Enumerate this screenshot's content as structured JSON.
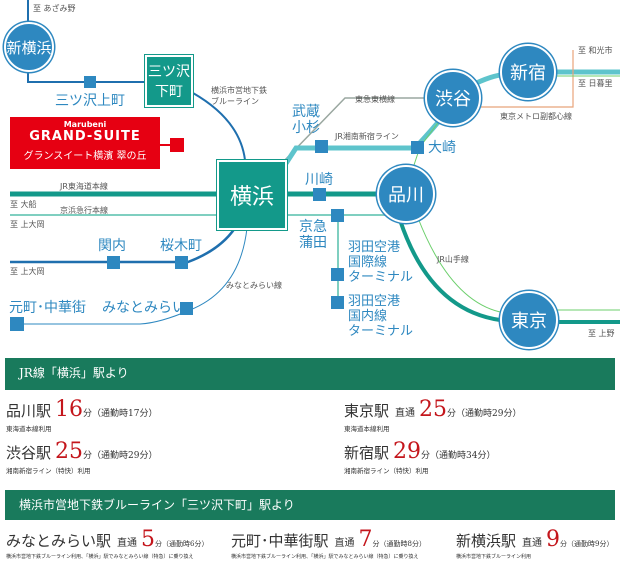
{
  "colors": {
    "jr_tokaido": "#13998a",
    "keikyu": "#7fcfc0",
    "blue_line": "#1f6fae",
    "shonan": "#5ec4cc",
    "tokyu": "#9aa7a0",
    "fukutoshin": "#e8a47a",
    "yamanote": "#6ccf6c",
    "brand_red": "#e60012",
    "header_green": "#197a5c",
    "minutes_red": "#c4161c"
  },
  "map": {
    "stations": {
      "shin_yokohama": "新横浜",
      "mitsuzawa_shimocho_1": "三ツ沢",
      "mitsuzawa_shimocho_2": "下町",
      "mitsuzawa_kamicho": "三ツ沢上町",
      "yokohama": "横浜",
      "kannai": "関内",
      "sakuragicho": "桜木町",
      "motomachi": "元町･中華街",
      "minatomirai": "みなとみらい",
      "musashikosugi_1": "武蔵",
      "musashikosugi_2": "小杉",
      "kawasaki": "川崎",
      "keikyu_kamata_1": "京急",
      "keikyu_kamata_2": "蒲田",
      "haneda_intl": [
        "羽田空港",
        "国際線",
        "ターミナル"
      ],
      "haneda_dom": [
        "羽田空港",
        "国内線",
        "ターミナル"
      ],
      "shinagawa": "品川",
      "tokyo": "東京",
      "osaki": "大崎",
      "shibuya": "渋谷",
      "shinjuku": "新宿"
    },
    "lines": {
      "blue_line": [
        "横浜市営地下鉄",
        "ブルーライン"
      ],
      "tokaido": "JR東海道本線",
      "keikyu": "京浜急行本線",
      "minatomirai": "みなとみらい線",
      "tokyu": "東急東横線",
      "shonan": "JR湘南新宿ライン",
      "fukutoshin": "東京メトロ副都心線",
      "yamanote": "JR山手線"
    },
    "destinations": {
      "azamino": "至 あざみ野",
      "ofuna": "至 大船",
      "kamiooka_1": "至 上大岡",
      "kamiooka_2": "至 上大岡",
      "wakoshi": "至 和光市",
      "nippori": "至 日暮里",
      "ueno": "至 上野"
    },
    "brand": {
      "company": "Marubeni",
      "name": "GRAND-SUITE",
      "property": "グランスイート横濱 翠の丘"
    }
  },
  "section1": {
    "title": "JR線「横浜」駅より",
    "routes": [
      {
        "station": "品川駅",
        "direct": "",
        "minutes": "16",
        "rest": "分（通勤時17分）",
        "note": "東海道本線利用"
      },
      {
        "station": "東京駅",
        "direct": "直通",
        "minutes": "25",
        "rest": "分（通勤時29分）",
        "note": "東海道本線利用"
      },
      {
        "station": "渋谷駅",
        "direct": "",
        "minutes": "25",
        "rest": "分（通勤時29分）",
        "note": "湘南新宿ライン（特快）利用"
      },
      {
        "station": "新宿駅",
        "direct": "",
        "minutes": "29",
        "rest": "分（通勤時34分）",
        "note": "湘南新宿ライン（特快）利用"
      }
    ]
  },
  "section2": {
    "title": "横浜市営地下鉄ブルーライン「三ツ沢下町」駅より",
    "routes": [
      {
        "station": "みなとみらい駅",
        "direct": "直通",
        "minutes": "5",
        "rest": "分（通勤時6分）",
        "note": "横浜市営地下鉄ブルーライン利用、「横浜」駅でみなとみらい線（特急）に乗り換え"
      },
      {
        "station": "元町･中華街駅",
        "direct": "直通",
        "minutes": "7",
        "rest": "分（通勤時8分）",
        "note": "横浜市営地下鉄ブルーライン利用、「横浜」駅でみなとみらい線（特急）に乗り換え"
      },
      {
        "station": "新横浜駅",
        "direct": "直通",
        "minutes": "9",
        "rest": "分（通勤時9分）",
        "note": "横浜市営地下鉄ブルーライン利用"
      }
    ]
  }
}
